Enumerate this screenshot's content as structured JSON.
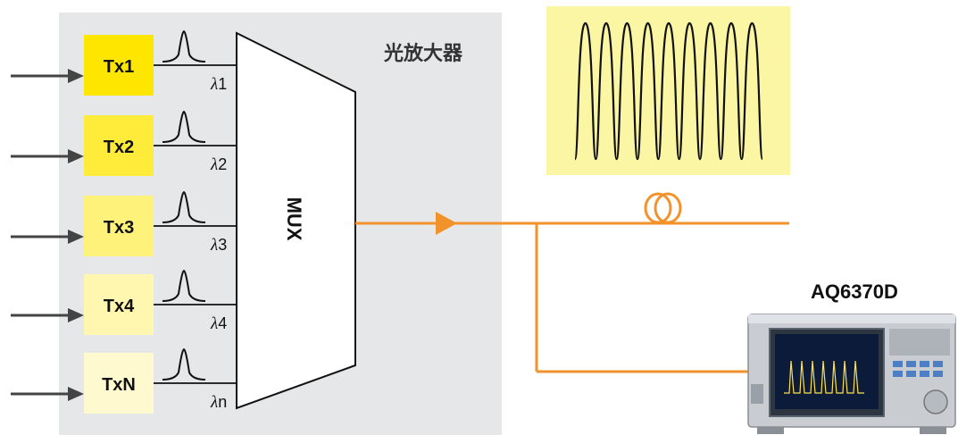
{
  "diagram": {
    "amplifier_label": "光放大器",
    "mux_label": "MUX",
    "instrument_label": "AQ6370D",
    "transmitters": [
      {
        "label": "Tx1",
        "lambda": "λ",
        "sub": "1",
        "color": "#ffe600"
      },
      {
        "label": "Tx2",
        "lambda": "λ",
        "sub": "2",
        "color": "#ffec3a"
      },
      {
        "label": "Tx3",
        "lambda": "λ",
        "sub": "3",
        "color": "#fff27a"
      },
      {
        "label": "Tx4",
        "lambda": "λ",
        "sub": "4",
        "color": "#fff6b0"
      },
      {
        "label": "TxN",
        "lambda": "λ",
        "sub": "n",
        "color": "#fff9cf"
      }
    ],
    "spectrum_peaks": 9
  },
  "colors": {
    "panel_bg": "#e6e7e9",
    "fiber": "#f2922a",
    "spectrum_bg": "#fbf6a4",
    "arrow": "#444444"
  }
}
